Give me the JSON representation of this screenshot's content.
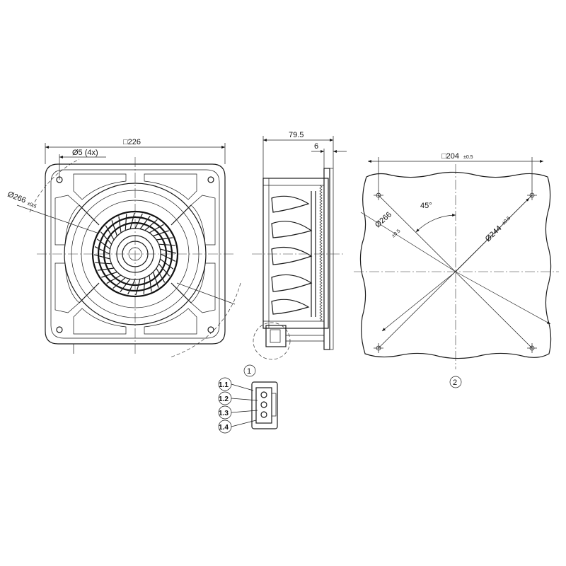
{
  "front_view": {
    "width_dim": "□226",
    "hole_dim": "Ø5 (4x)",
    "diameter_dim": "Ø266",
    "tolerance": "±0.5"
  },
  "side_view": {
    "depth_dim": "79.5",
    "flange_dim": "6"
  },
  "mounting_view": {
    "square_dim": "□204",
    "square_tol": "±0.5",
    "diameter_a": "Ø266",
    "diameter_a_tol": "±0.5",
    "diameter_b": "Ø244",
    "diameter_b_tol": "±0.5",
    "angle": "45°",
    "callout": "2"
  },
  "connector_detail": {
    "callout": "1",
    "pins": [
      "1.1",
      "1.2",
      "1.3",
      "1.4"
    ]
  }
}
